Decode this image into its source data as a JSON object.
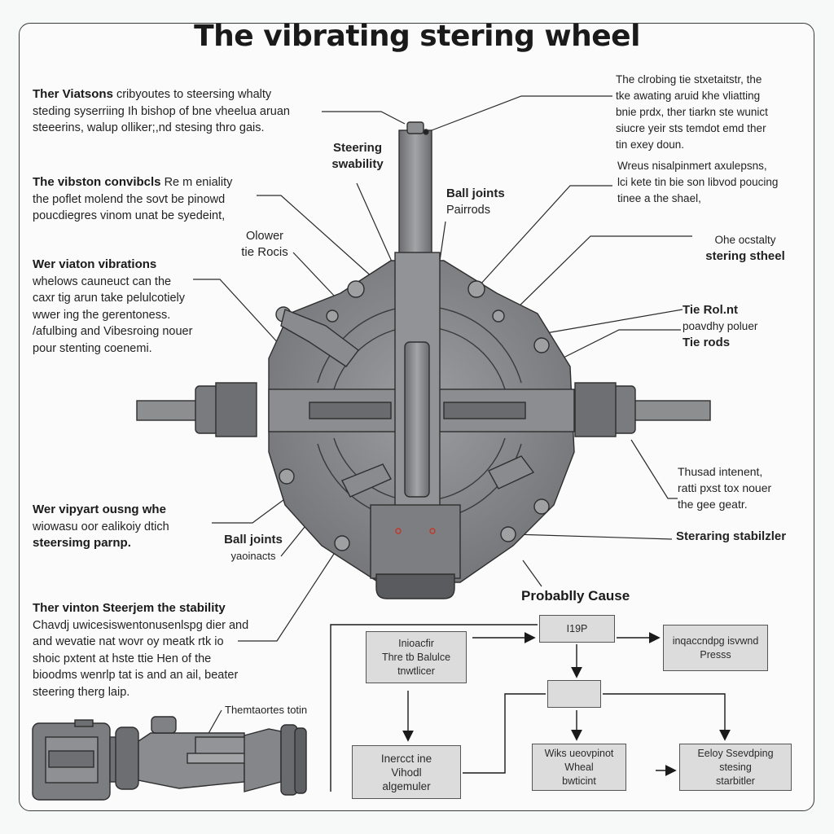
{
  "title": "The vibrating stering wheel",
  "left_notes": [
    {
      "heading": "Ther Viatsons",
      "lines": [
        "cribyoutes to steersing whalty",
        "steding syserriing Ih bishop of bne vheelua aruan",
        "steeerins, walup olliker;,nd stesing thro gais."
      ]
    },
    {
      "heading": "The vibston convibcls",
      "lines": [
        "Re m eniality",
        "the poflet molend the sovt be pinowd",
        "poucdiegres vinom unat be syedeint,"
      ]
    },
    {
      "heading": "Wer viaton vibrations",
      "lines": [
        "whelows cauneuct can the",
        "caxr tig arun take pelulcotiely",
        "wwer ing the gerentoness.",
        "/afulbing and Vibesroing nouer",
        "pour stenting coenemi."
      ]
    },
    {
      "heading": "Wer vipyart ousng whe",
      "lines": [
        "wiowasu oor ealikoiy dtich",
        "steersimg parnp."
      ]
    },
    {
      "heading": "Ther vinton Steerjem the stability",
      "lines": [
        "Chavdj uwicesiswentonusenlspg dier and",
        "and wevatie nat wovr oy meatk rtk io",
        "shoic pxtent at hste ttie Hen of the",
        "bioodms wenrlp tat is and an ail, beater",
        "steering therg laip."
      ]
    }
  ],
  "right_notes": [
    {
      "lines": [
        "The clrobing tie stxetaitstr, the",
        "tke awating aruid khe vliatting",
        "bnie prdx, ther tiarkn ste wunict",
        "siucre yeir sts temdot emd ther",
        "tin exey doun."
      ]
    },
    {
      "lines": [
        "Wreus nisalpinmert axulepsns,",
        "lci kete tin bie son libvod poucing",
        "tinee a the shael,"
      ]
    }
  ],
  "callouts": {
    "steering_stability": {
      "top": "Steering",
      "bottom": "swability"
    },
    "ball_joints_top": {
      "title": "Ball joints",
      "sub": "Pairrods"
    },
    "lower_tie_rods": {
      "top": "Olower",
      "bottom": "tie Rocis"
    },
    "steering_wheel": {
      "top": "Ohe ocstalty",
      "bottom": "stering stheel"
    },
    "tie_rod": {
      "title": "Tie Rol.nt",
      "sub": "poavdhy poluer",
      "title2": "Tie rods"
    },
    "thread": {
      "lines": [
        "Thusad intenent,",
        "ratti pxst tox nouer",
        "the gee geatr."
      ]
    },
    "stabilizer": "Steraring stabilzler",
    "ball_joints_bottom": {
      "title": "Ball joints",
      "sub": "yaoinacts"
    },
    "bottom_assembly": "Themtaortes totin"
  },
  "flowchart": {
    "title": "Probablly Cause",
    "boxes": {
      "top_left": [
        "Inioacfir",
        "Thre tb Balulce",
        "tnwtlicer"
      ],
      "top_center": [
        "I19P"
      ],
      "top_right": [
        "inqaccndpg isvwnd",
        "Presss"
      ],
      "mid_center": [],
      "bottom_left": [
        "Inercct ine",
        "Vihodl",
        "algemuler"
      ],
      "bottom_center": [
        "Wiks ueovpinot",
        "Wheal",
        "bwticint"
      ],
      "bottom_right": [
        "Eeloy Ssevdping",
        "stesing",
        "starbitler"
      ]
    }
  },
  "colors": {
    "metal_dark": "#5e5e60",
    "metal_mid": "#8a8b8d",
    "metal_light": "#a9aaac",
    "outline": "#2e2e2e",
    "box_fill": "#dcdcdc"
  }
}
